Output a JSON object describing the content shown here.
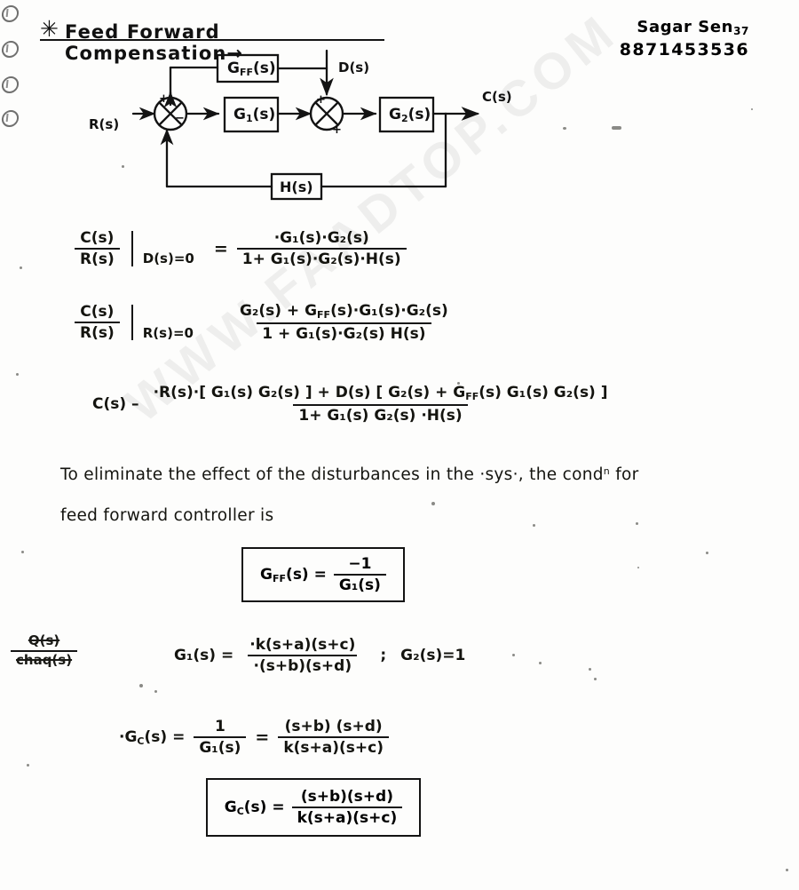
{
  "page": {
    "watermark": "WWW.FAADTOP.COM",
    "background_color": "#fdfdfc",
    "ink_color": "#14140f"
  },
  "header": {
    "bullet": "✳",
    "title": "Feed  Forward  Compensation→",
    "author_name": "Sagar Sen",
    "author_roll": "37",
    "author_phone": "8871453536"
  },
  "diagram": {
    "blocks": [
      {
        "id": "gff",
        "label": "G",
        "sub": "FF",
        "tail": "(s)"
      },
      {
        "id": "g1",
        "label": "G",
        "sub": "1",
        "tail": "(s)"
      },
      {
        "id": "g2",
        "label": "G",
        "sub": "2",
        "tail": "(s)"
      },
      {
        "id": "h",
        "label": "H",
        "sub": "",
        "tail": "(s)"
      }
    ],
    "signals": {
      "input": "R(s)",
      "disturbance": "D(s)",
      "output": "C(s)"
    },
    "summing_junctions": [
      {
        "id": "sum1",
        "signs": [
          "+",
          "−"
        ]
      },
      {
        "id": "sum2",
        "signs": [
          "+",
          "+"
        ]
      }
    ]
  },
  "equations": {
    "eq1": {
      "lhs_num": "C(s)",
      "lhs_den": "R(s)",
      "condition": "D(s)=0",
      "eqsign": "=",
      "rhs_num": "·G₁(s)·G₂(s)",
      "rhs_den": "1+ G₁(s)·G₂(s)·H(s)"
    },
    "eq2": {
      "lhs_num": "C(s)",
      "lhs_den": "R(s)",
      "condition": "R(s)=0",
      "rhs_num": "G₂(s) + G_FF(s)·G₁(s)·G₂(s)",
      "rhs_num_display": "G₂(s) + G",
      "rhs_num_sub": "FF",
      "rhs_num_tail": "(s)·G₁(s)·G₂(s)",
      "rhs_den": "1 + G₁(s)·G₂(s) H(s)"
    },
    "eq3": {
      "lhs": "C(s) –",
      "num_a": "·R(s)·[ G₁(s) G₂(s) ]  +  D(s) [ G₂(s) + G",
      "num_sub": "FF",
      "num_b": "(s) G₁(s) G₂(s) ]",
      "den": "1+ G₁(s) G₂(s) ·H(s)"
    },
    "boxed_gff": {
      "lhs": "G",
      "lhs_sub": "FF",
      "lhs_tail": "(s) =",
      "num": "−1",
      "den": "G₁(s)"
    },
    "g1_def": {
      "lhs": "G₁(s) =",
      "num": "·k(s+a)(s+c)",
      "den": "·(s+b)(s+d)",
      "separator": ";",
      "g2_def": "G₂(s)=1"
    },
    "gc_def": {
      "lhs": "·G",
      "lhs_sub": "C",
      "lhs_tail": "(s) =",
      "mid_num": "1",
      "mid_den": "G₁(s)",
      "eqsign": "=",
      "rhs_num": "(s+b) (s+d)",
      "rhs_den": "k(s+a)(s+c)"
    },
    "boxed_gc": {
      "lhs": "G",
      "lhs_sub": "C",
      "lhs_tail": "(s) =",
      "num": "(s+b)(s+d)",
      "den": "k(s+a)(s+c)"
    }
  },
  "prose": {
    "line1": "To eliminate the effect of the disturbances in the ·sys·, the cond",
    "line1_sup": "n",
    "line1_end": " for",
    "line2": "feed forward controller is"
  },
  "margin_note": {
    "num": "Q(s)",
    "den": "chaq(s)",
    "trailing": "."
  }
}
